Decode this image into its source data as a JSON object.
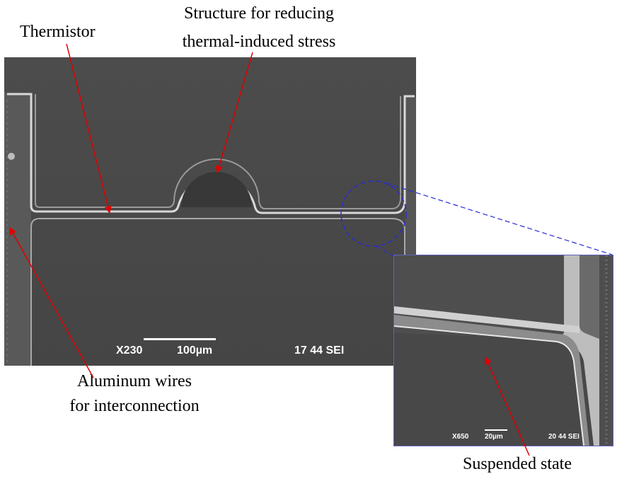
{
  "labels": {
    "thermistor": "Thermistor",
    "structure_line1": "Structure for reducing",
    "structure_line2": "thermal-induced stress",
    "aluminum_line1": "Aluminum wires",
    "aluminum_line2": "for interconnection",
    "suspended": "Suspended state"
  },
  "main_sem": {
    "magnification": "X230",
    "scale": "100µm",
    "info": "17 44 SEI"
  },
  "inset_sem": {
    "magnification": "X650",
    "scale": "20µm",
    "info": "20 44 SEI"
  },
  "colors": {
    "arrow": "#e00000",
    "zoom_callout": "#2a2ad8",
    "sem_background": "#4a4a4a"
  }
}
